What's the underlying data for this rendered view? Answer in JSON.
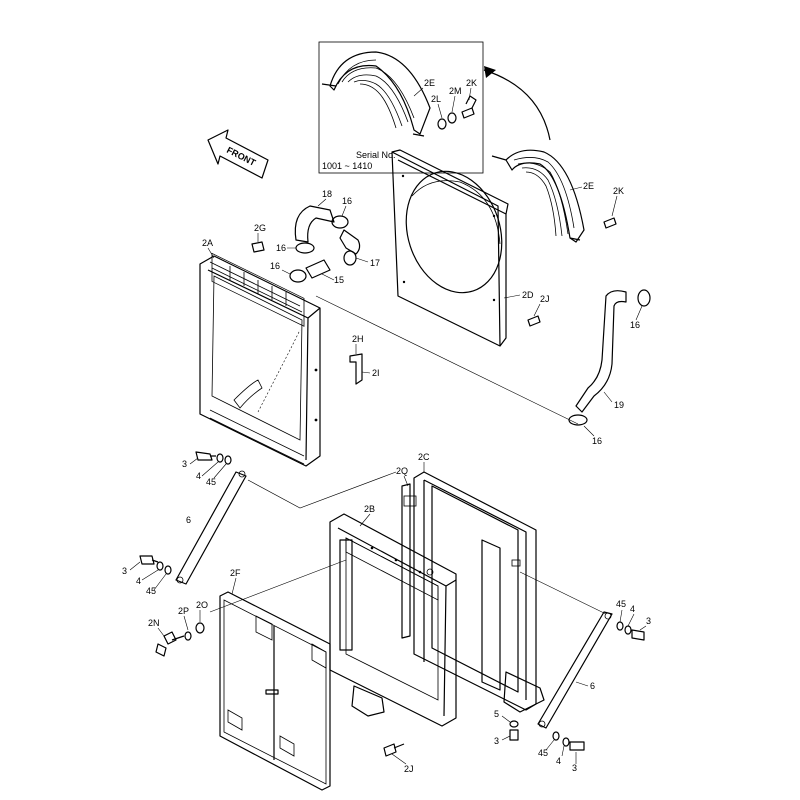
{
  "inset": {
    "serial_title": "Serial No.",
    "serial_range": "1001 ~ 1410"
  },
  "direction_label": "FRONT",
  "callouts": {
    "inset_2E": "2E",
    "inset_2L": "2L",
    "inset_2M": "2M",
    "inset_2K": "2K",
    "guard_2E": "2E",
    "guard_2K": "2K",
    "hose_18": "18",
    "clamp_16a": "16",
    "clamp_16b": "16",
    "clamp_16c": "16",
    "hose_17": "17",
    "pipe_15": "15",
    "cap_2G": "2G",
    "radiator_2A": "2A",
    "shroud_2D": "2D",
    "bolt_2J_top": "2J",
    "clamp_16d": "16",
    "hose_19": "19",
    "clamp_16e": "16",
    "bracket_2H": "2H",
    "bolt_2I": "2I",
    "l_bolt_3": "3",
    "l_washer_4": "4",
    "l_washer_45": "45",
    "l_stay_6": "6",
    "l2_bolt_3": "3",
    "l2_washer_4": "4",
    "l2_washer_45": "45",
    "frame_2C": "2C",
    "seal_2Q": "2Q",
    "cooler_2B": "2B",
    "screen_2F": "2F",
    "wing_2N": "2N",
    "washer_2P": "2P",
    "nut_2O": "2O",
    "r_washer_45": "45",
    "r_washer_4": "4",
    "r_bolt_3": "3",
    "r_stay_6": "6",
    "b_washer_5": "5",
    "b_bolt_3": "3",
    "b_bolt_2J": "2J",
    "b_washer_45": "45",
    "b_washer_4": "4",
    "b2_bolt_3": "3"
  }
}
